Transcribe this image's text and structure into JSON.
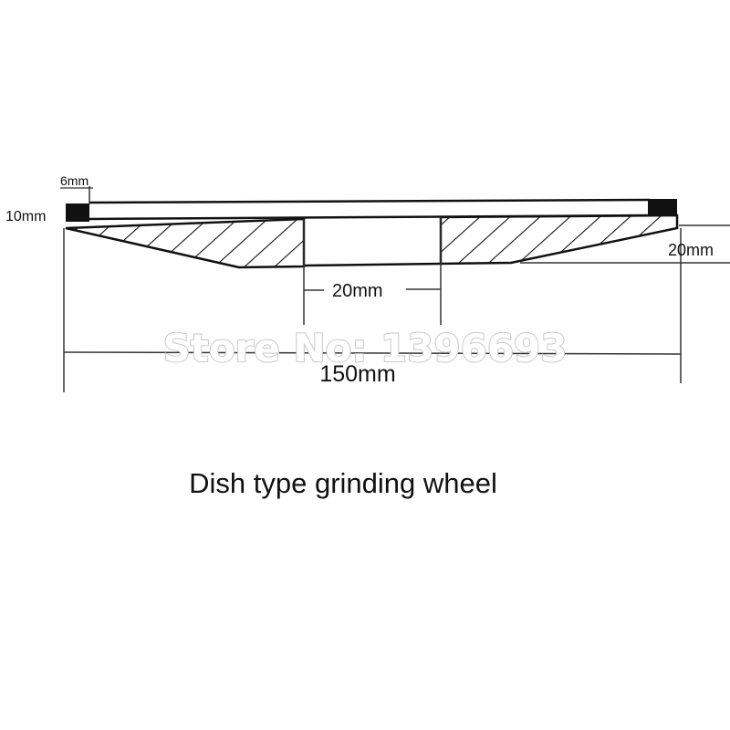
{
  "dimensions": {
    "rim_width": "6mm",
    "rim_height": "10mm",
    "wheel_thickness": "20mm",
    "bore_diameter": "20mm",
    "outer_diameter": "150mm"
  },
  "watermark": "Store No: 1396693",
  "caption": "Dish type grinding wheel",
  "colors": {
    "line": "#111111",
    "background": "#ffffff",
    "watermark_outline": "#c9c9c9"
  }
}
